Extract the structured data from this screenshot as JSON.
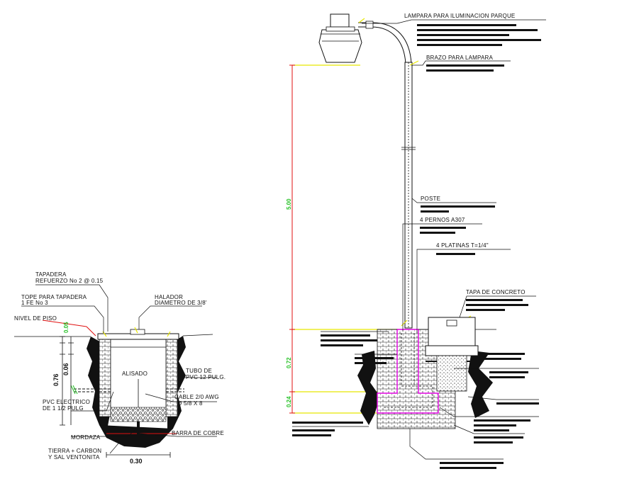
{
  "left_detail": {
    "tapadera": "TAPADERA",
    "refuerzo": "REFUERZO No 2 @ 0.15",
    "tope": "TOPE PARA TAPADERA",
    "fe": "1 FE No 3",
    "halador": "HALADOR",
    "diametro": "DIAMETRO DE 3/8'",
    "nivel_piso": "NIVEL DE PISO",
    "alisado": "ALISADO",
    "tubo_1": "TUBO DE",
    "tubo_2": "PVC 12 PULG.",
    "pvc_1": "PVC ELECTRICO",
    "pvc_2": "DE 1 1/2 PULG",
    "cable_1": "CABLE 2/0 AWG",
    "cable_2": "Ø 5/8 X 8",
    "mordaza": "MORDAZA",
    "barra": "BARRA DE COBRE",
    "tierra_1": "TIERRA + CARBON",
    "tierra_2": "Y SAL VENTONITA",
    "dim_005": "0.05",
    "dim_006": "0.06",
    "dim_076": "0.76",
    "dim_030": "0.30"
  },
  "right_detail": {
    "lampara": "LAMPARA PARA ILUMINACION PARQUE",
    "brazo": "BRAZO PARA LAMPARA",
    "poste": "POSTE",
    "pernos": "4 PERNOS A307",
    "platinas": "4 PLATINAS  T=1/4\"",
    "tapa": "TAPA DE CONCRETO",
    "dim_500": "5.00",
    "dim_072": "0.72",
    "dim_024": "0.24"
  },
  "colors": {
    "yellow": "#e8e800",
    "red": "#e01010",
    "magenta": "#e000e0",
    "green": "#22c022"
  }
}
